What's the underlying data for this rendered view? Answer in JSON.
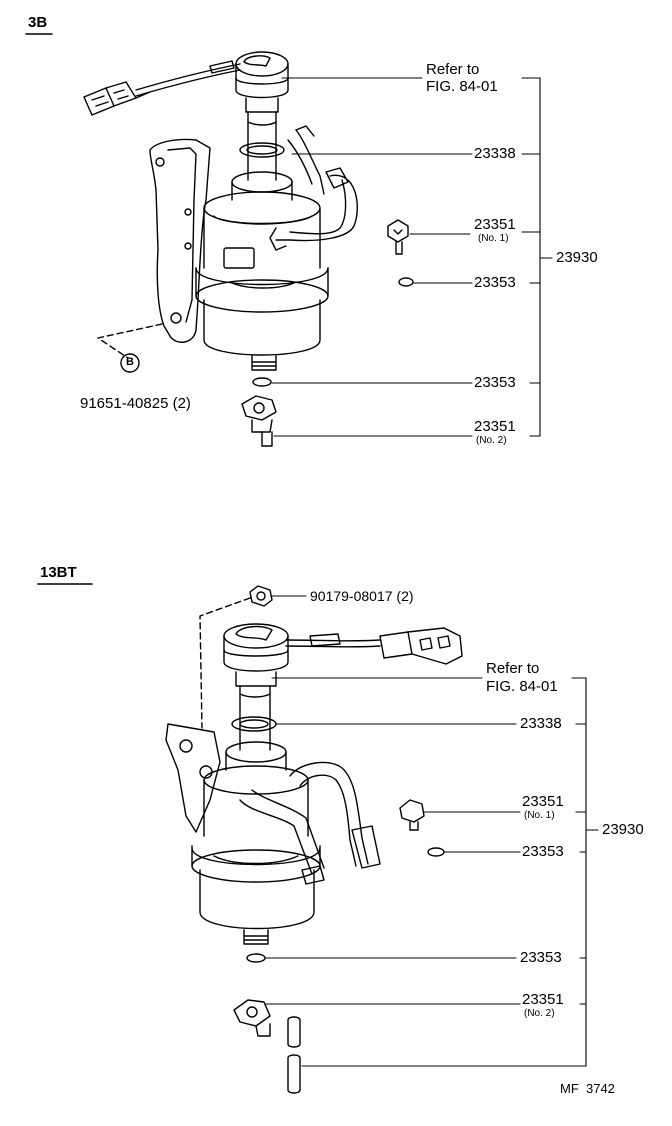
{
  "sections": [
    {
      "header": "3B",
      "refer_to": [
        "Refer to",
        "FIG. 84-01"
      ],
      "parts": [
        {
          "number": "23338"
        },
        {
          "number": "23351",
          "note": "(No. 1)"
        },
        {
          "number": "23353"
        },
        {
          "number": "23353"
        },
        {
          "number": "23351",
          "note": "(No. 2)"
        }
      ],
      "assembly_number": "23930",
      "extra_part": "91651-40825 (2)",
      "callout": "B"
    },
    {
      "header": "13BT",
      "refer_to": [
        "Refer to",
        "FIG. 84-01"
      ],
      "parts": [
        {
          "number": "23338"
        },
        {
          "number": "23351",
          "note": "(No. 1)"
        },
        {
          "number": "23353"
        },
        {
          "number": "23353"
        },
        {
          "number": "23351",
          "note": "(No. 2)"
        }
      ],
      "assembly_number": "23930",
      "extra_part": "90179-08017 (2)"
    }
  ],
  "figure_code": "MF  3742"
}
